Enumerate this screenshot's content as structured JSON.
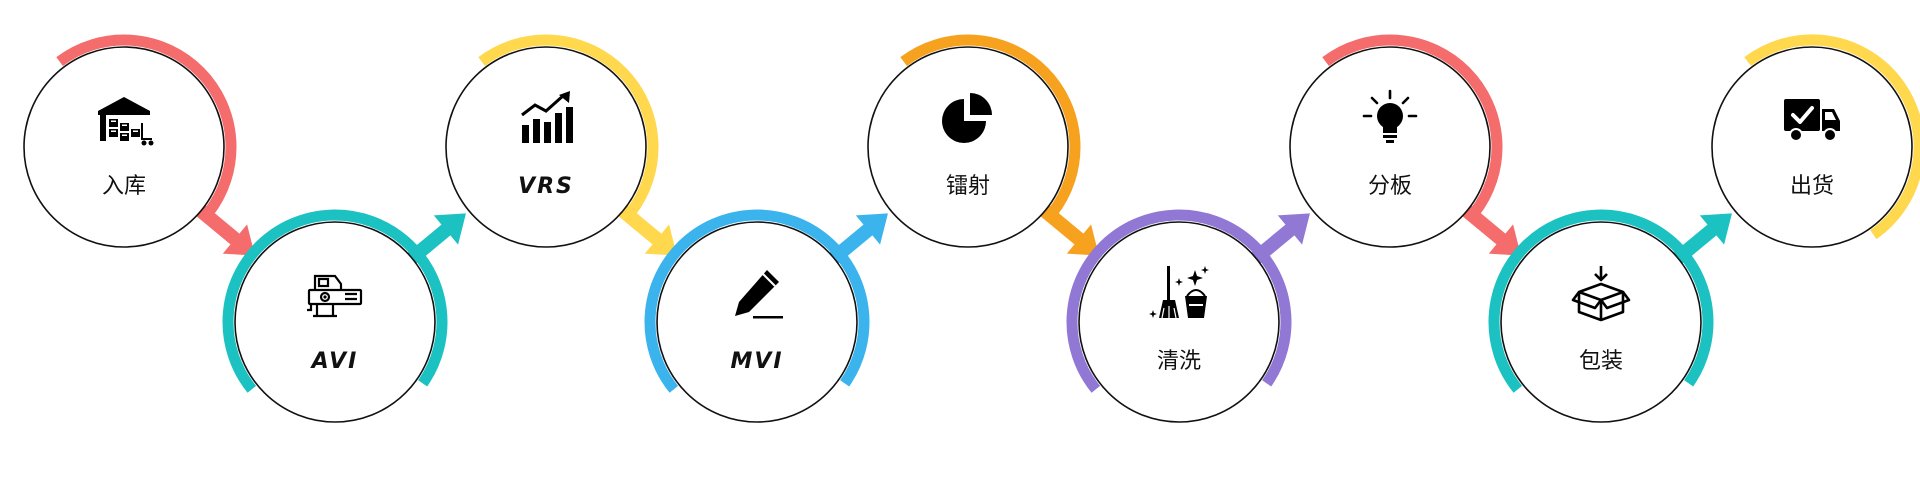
{
  "steps": [
    {
      "label": "入库",
      "icon": "warehouse-icon",
      "accent": "#F56C6C"
    },
    {
      "label": "AVI",
      "icon": "inspection-machine-icon",
      "accent": "#1CC1C1"
    },
    {
      "label": "VRS",
      "icon": "bar-chart-trend-icon",
      "accent": "#FFD84E"
    },
    {
      "label": "MVI",
      "icon": "pen-icon",
      "accent": "#3BB4EE"
    },
    {
      "label": "镭射",
      "icon": "pie-chart-icon",
      "accent": "#F7A21F"
    },
    {
      "label": "清洗",
      "icon": "cleaning-icon",
      "accent": "#9178D5"
    },
    {
      "label": "分板",
      "icon": "lightbulb-icon",
      "accent": "#F56C6C"
    },
    {
      "label": "包装",
      "icon": "package-box-icon",
      "accent": "#1CC1C1"
    },
    {
      "label": "出货",
      "icon": "delivery-truck-icon",
      "accent": "#FFD84E"
    }
  ]
}
